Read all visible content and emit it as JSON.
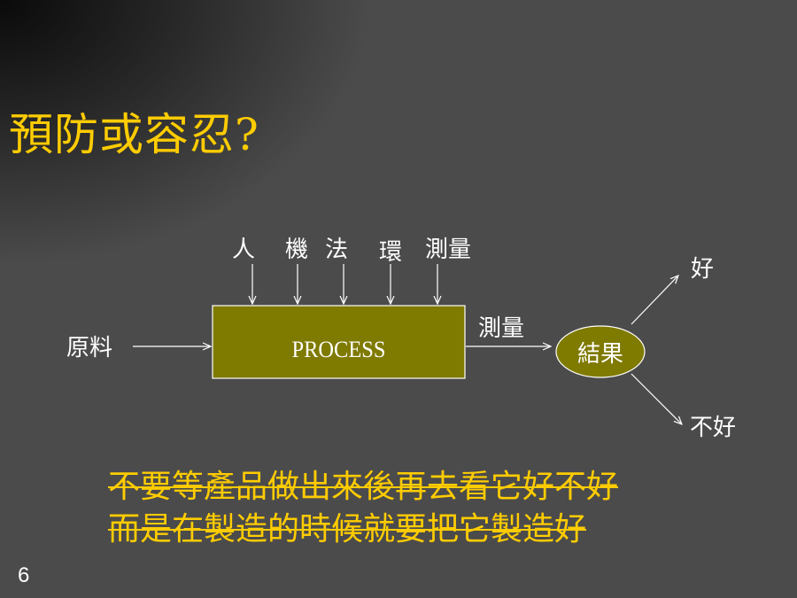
{
  "title": "預防或容忍?",
  "diagram": {
    "inputs_top": [
      "人",
      "機",
      "法",
      "環",
      "測量"
    ],
    "input_left": "原料",
    "process_label": "PROCESS",
    "output_label": "測量",
    "result_label": "結果",
    "good_label": "好",
    "bad_label": "不好",
    "colors": {
      "process_fill": "#7f7a00",
      "result_fill": "#7f7a00",
      "title": "#ffcc00",
      "accent": "#ffcc00"
    }
  },
  "bottom_text": {
    "line1": "不要等產品做出來後再去看它好不好",
    "line2": "而是在製造的時候就要把它製造好"
  },
  "page_number": "6"
}
